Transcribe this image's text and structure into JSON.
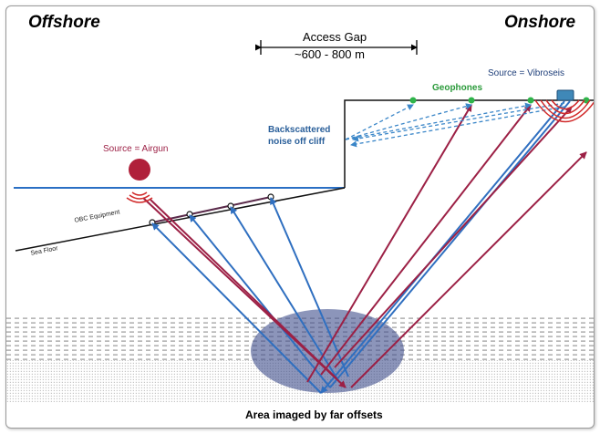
{
  "header": {
    "offshore_title": "Offshore",
    "onshore_title": "Onshore"
  },
  "labels": {
    "access_gap": "Access Gap",
    "gap_distance": "~600 - 800 m",
    "source_vibroseis": "Source = Vibroseis",
    "geophones": "Geophones",
    "backscattered_line1": "Backscattered",
    "backscattered_line2": "noise off cliff",
    "source_airgun": "Source = Airgun",
    "obc_equipment": "OBC Equipment",
    "sea_floor": "Sea Floor",
    "area_imaged": "Area imaged by far offsets"
  },
  "colors": {
    "sea_surface": "#2a6fc4",
    "ray_red": "#9c2045",
    "ray_blue": "#2f6fc0",
    "backscatter": "#3a86c8",
    "geophone": "#2fb44a",
    "airgun": "#b0203a",
    "vibroseis": "#3f88b8",
    "area_ellipse": "#3f4e8c",
    "geophones_text": "#2a9a3a",
    "source_airgun_text": "#9c2045",
    "source_vibroseis_text": "#1f3f7a",
    "backscattered_text": "#2a5f9a"
  }
}
